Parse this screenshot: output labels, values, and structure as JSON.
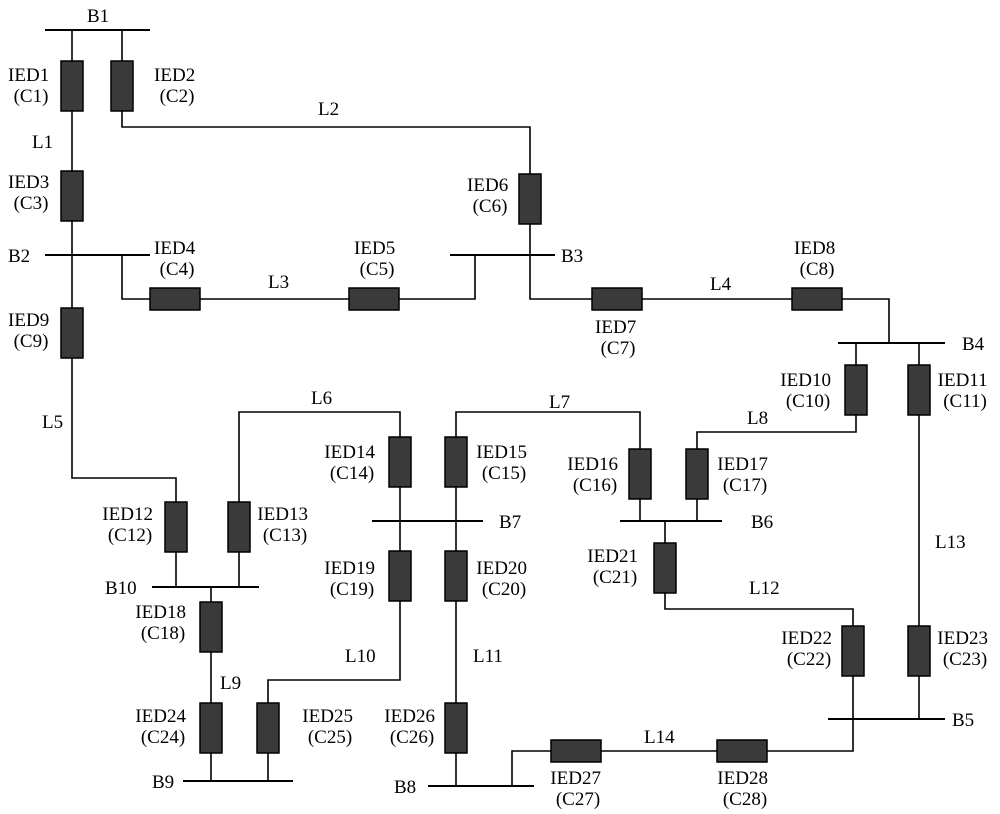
{
  "diagram": {
    "buses": [
      "B1",
      "B2",
      "B3",
      "B4",
      "B5",
      "B6",
      "B7",
      "B8",
      "B9",
      "B10"
    ],
    "lines": [
      "L1",
      "L2",
      "L3",
      "L4",
      "L5",
      "L6",
      "L7",
      "L8",
      "L9",
      "L10",
      "L11",
      "L12",
      "L13",
      "L14"
    ],
    "ieds": [
      {
        "name": "IED1",
        "channel": "(C1)"
      },
      {
        "name": "IED2",
        "channel": "(C2)"
      },
      {
        "name": "IED3",
        "channel": "(C3)"
      },
      {
        "name": "IED4",
        "channel": "(C4)"
      },
      {
        "name": "IED5",
        "channel": "(C5)"
      },
      {
        "name": "IED6",
        "channel": "(C6)"
      },
      {
        "name": "IED7",
        "channel": "(C7)"
      },
      {
        "name": "IED8",
        "channel": "(C8)"
      },
      {
        "name": "IED9",
        "channel": "(C9)"
      },
      {
        "name": "IED10",
        "channel": "(C10)"
      },
      {
        "name": "IED11",
        "channel": "(C11)"
      },
      {
        "name": "IED12",
        "channel": "(C12)"
      },
      {
        "name": "IED13",
        "channel": "(C13)"
      },
      {
        "name": "IED14",
        "channel": "(C14)"
      },
      {
        "name": "IED15",
        "channel": "(C15)"
      },
      {
        "name": "IED16",
        "channel": "(C16)"
      },
      {
        "name": "IED17",
        "channel": "(C17)"
      },
      {
        "name": "IED18",
        "channel": "(C18)"
      },
      {
        "name": "IED19",
        "channel": "(C19)"
      },
      {
        "name": "IED20",
        "channel": "(C20)"
      },
      {
        "name": "IED21",
        "channel": "(C21)"
      },
      {
        "name": "IED22",
        "channel": "(C22)"
      },
      {
        "name": "IED23",
        "channel": "(C23)"
      },
      {
        "name": "IED24",
        "channel": "(C24)"
      },
      {
        "name": "IED25",
        "channel": "(C25)"
      },
      {
        "name": "IED26",
        "channel": "(C26)"
      },
      {
        "name": "IED27",
        "channel": "(C27)"
      },
      {
        "name": "IED28",
        "channel": "(C28)"
      }
    ]
  }
}
